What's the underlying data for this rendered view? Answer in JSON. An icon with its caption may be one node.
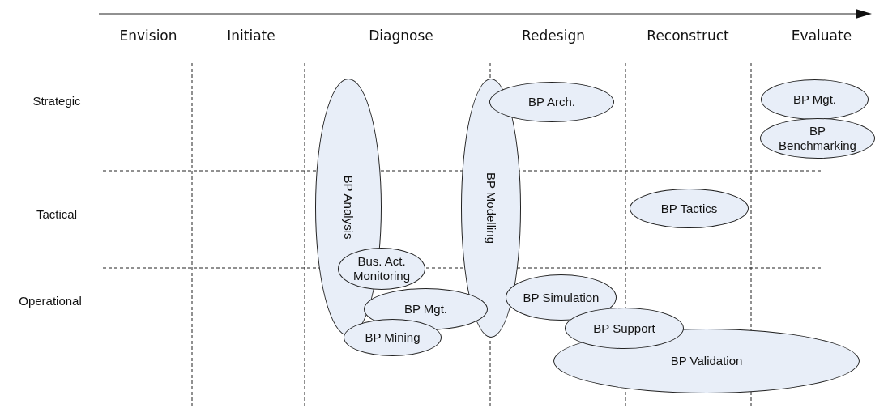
{
  "diagram": {
    "nodes": [
      {
        "text": [
          "BP Analysis"
        ]
      },
      {
        "text": [
          "BP Modelling"
        ]
      },
      {
        "text": [
          "BP Arch."
        ]
      },
      {
        "text": [
          "BP Mgt."
        ]
      },
      {
        "text": [
          "BP Benchmarking"
        ]
      },
      {
        "text": [
          "BP Tactics"
        ]
      },
      {
        "text": [
          "Bus. Act. Monitoring"
        ]
      },
      {
        "text": [
          "BP Simulation"
        ]
      },
      {
        "text": [
          "BP Mgt."
        ]
      },
      {
        "text": [
          "BP Support"
        ]
      },
      {
        "text": [
          "BP Mining"
        ]
      },
      {
        "text": [
          "BP Validation"
        ]
      }
    ],
    "labels": [
      "Envision",
      "Initiate",
      "Diagnose",
      "Redesign",
      "Reconstruct",
      "Evaluate",
      "Strategic",
      "Tactical",
      "Operational"
    ]
  }
}
